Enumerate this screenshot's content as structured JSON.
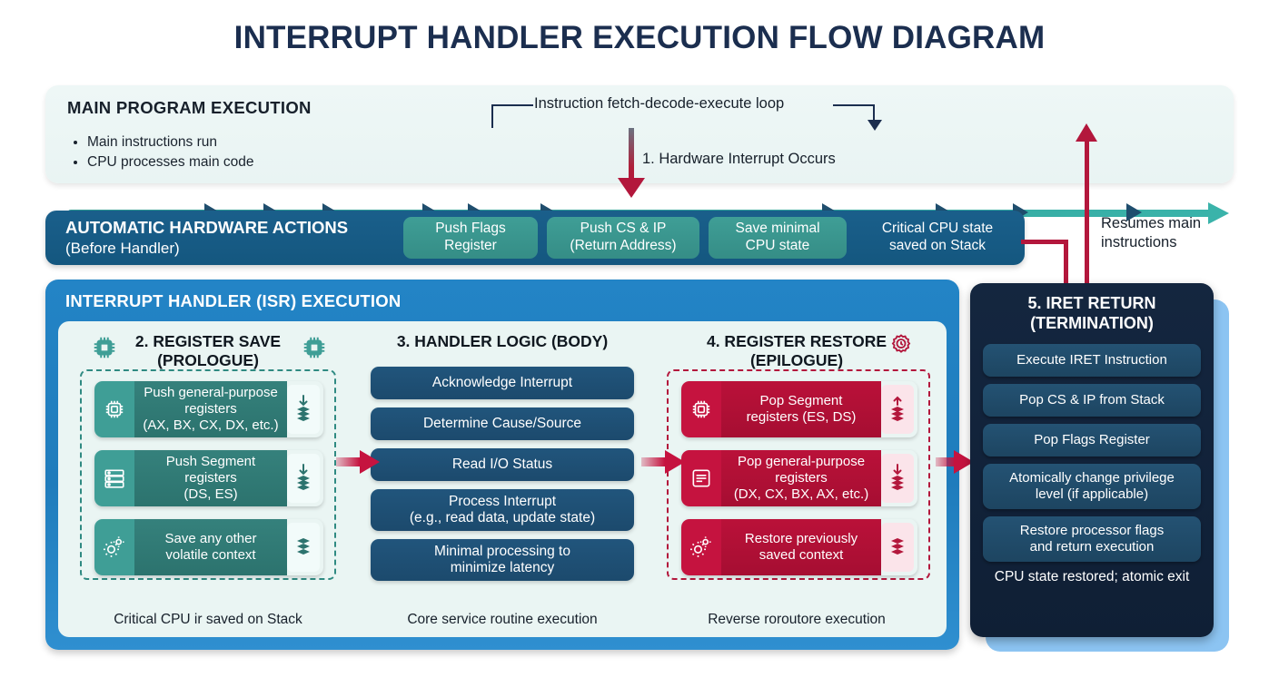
{
  "title": "INTERRUPT HANDLER EXECUTION FLOW DIAGRAM",
  "main_program": {
    "heading": "MAIN PROGRAM EXECUTION",
    "bullets": [
      "Main instructions run",
      "CPU processes main code"
    ],
    "loop_label": "Instruction fetch-decode-execute loop",
    "interrupt_label": "1. Hardware Interrupt Occurs"
  },
  "hardware": {
    "heading": "AUTOMATIC HARDWARE ACTIONS",
    "subheading": "(Before Handler)",
    "pills": [
      "Push Flags\nRegister",
      "Push CS & IP\n(Return Address)",
      "Save minimal\nCPU state"
    ],
    "note": "Critical CPU state\nsaved on Stack",
    "resume_label": "Resumes main\ninstructions"
  },
  "isr": {
    "heading": "INTERRUPT HANDLER (ISR) EXECUTION",
    "columns": [
      {
        "heading": "2. REGISTER SAVE\n(PROLOGUE)",
        "caption": "Critical CPU ir saved on Stack",
        "items": [
          {
            "text": "Push general-purpose\nregisters\n(AX, BX, CX, DX, etc.)",
            "icon": "cpu-chip-icon",
            "badge": "stack-down-icon"
          },
          {
            "text": "Push Segment registers\n(DS, ES)",
            "icon": "server-rack-icon",
            "badge": "stack-down-icon"
          },
          {
            "text": "Save any other\nvolatile context",
            "icon": "gears-icon",
            "badge": "stack-icon"
          }
        ]
      },
      {
        "heading": "3. HANDLER LOGIC (BODY)",
        "caption": "Core service routine execution",
        "items": [
          {
            "text": "Acknowledge Interrupt"
          },
          {
            "text": "Determine Cause/Source"
          },
          {
            "text": "Read I/O Status"
          },
          {
            "text": "Process Interrupt\n(e.g., read data, update state)"
          },
          {
            "text": "Minimal processing to\nminimize latency"
          }
        ]
      },
      {
        "heading": "4. REGISTER RESTORE\n(EPILOGUE)",
        "caption": "Reverse roroutore execution",
        "items": [
          {
            "text": "Pop Segment\nregisters (ES, DS)",
            "icon": "cpu-chip-icon",
            "badge": "stack-up-icon"
          },
          {
            "text": "Pop general-purpose\nregisters\n(DX, CX, BX, AX, etc.)",
            "icon": "server-rack-icon",
            "badge": "stack-down-icon"
          },
          {
            "text": "Restore previously\nsaved context",
            "icon": "gears-icon",
            "badge": "stack-icon"
          }
        ]
      }
    ]
  },
  "iret": {
    "heading": "5. IRET RETURN\n(TERMINATION)",
    "items": [
      "Execute IRET Instruction",
      "Pop CS & IP from Stack",
      "Pop Flags Register",
      "Atomically change privilege\nlevel (if applicable)",
      "Restore processor flags\nand return execution"
    ],
    "caption": "CPU state restored; atomic exit"
  },
  "colors": {
    "title": "#1b2e4f",
    "teal": "#3f9e96",
    "timeline": "#35a8a0",
    "hardware_bar": "#1a5f8b",
    "isr_panel": "#2384c6",
    "red": "#b3173c",
    "iret_panel": "#14263f",
    "iret_shadow": "#8cc4f2"
  }
}
